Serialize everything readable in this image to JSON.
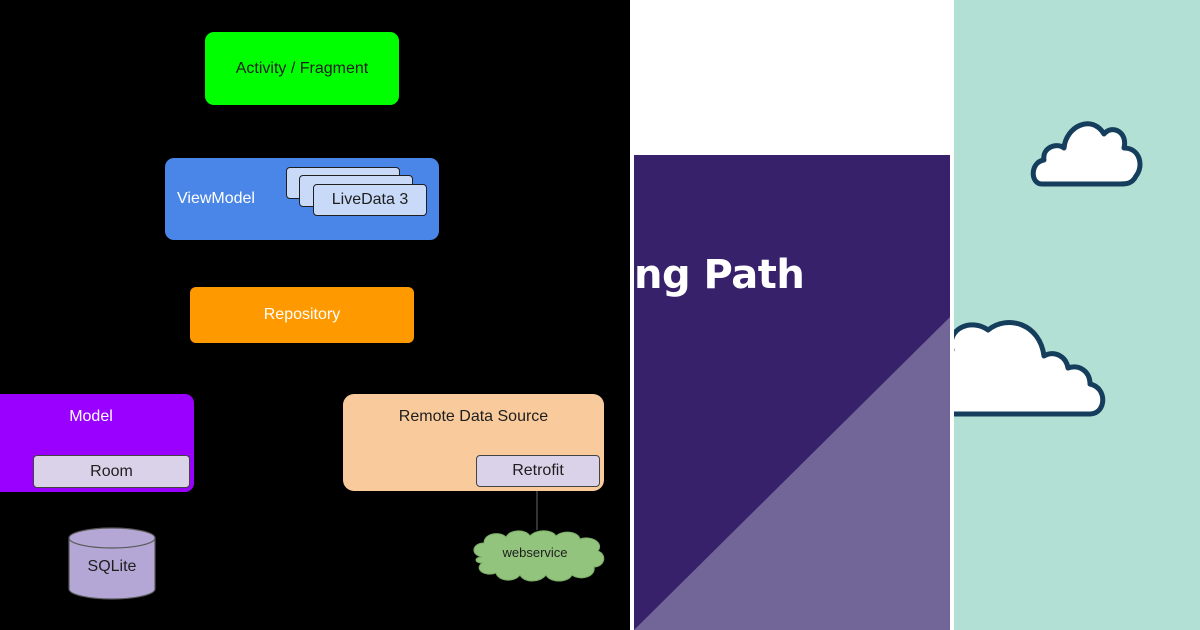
{
  "diagram": {
    "activity_label": "Activity / Fragment",
    "viewmodel_label": "ViewModel",
    "livedata_label": "LiveData 3",
    "repository_label": "Repository",
    "model_label": "Model",
    "room_label": "Room",
    "remote_label": "Remote Data Source",
    "retrofit_label": "Retrofit",
    "sqlite_label": "SQLite",
    "webservice_label": "webservice",
    "colors": {
      "background": "#000000",
      "activity": "#00ff00",
      "viewmodel": "#4a86e8",
      "livedata": "#c9daf8",
      "repository": "#ff9900",
      "model": "#9900ff",
      "remote": "#f9cb9c",
      "subcard": "#d9d2e9",
      "sqlite": "#b4a7d6",
      "webservice": "#93c47d"
    }
  },
  "slide": {
    "title_fragment": "ng Path",
    "colors": {
      "background": "#37216b",
      "triangle": "#726598"
    }
  },
  "sky": {
    "colors": {
      "background": "#b3e0d4",
      "cloud_fill": "#ffffff",
      "cloud_outline": "#143e5c"
    },
    "icons": [
      "cloud-icon",
      "cloud-icon"
    ]
  }
}
